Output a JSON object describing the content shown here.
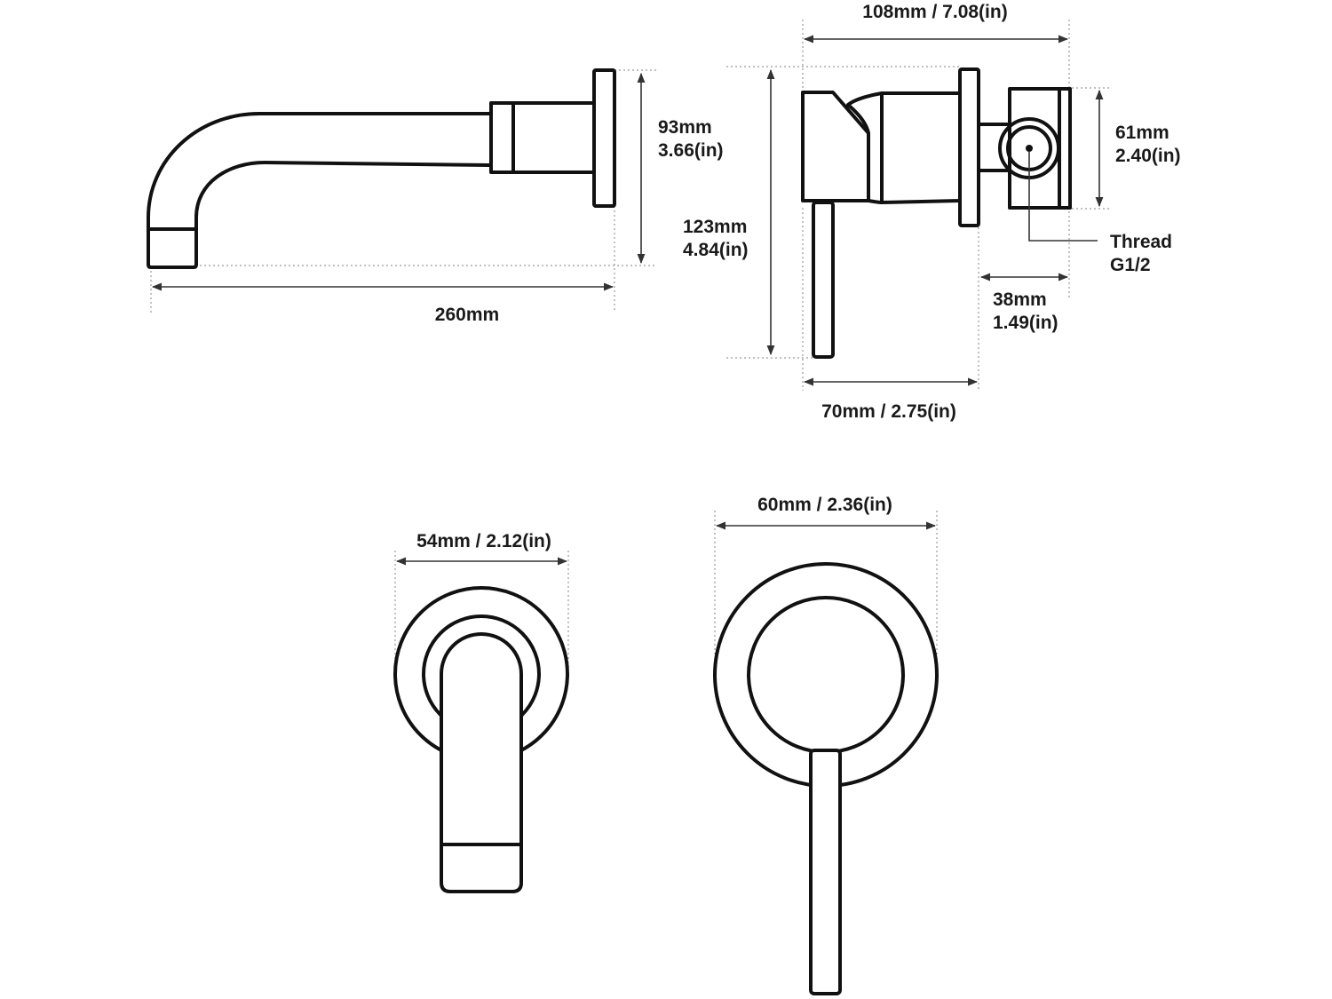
{
  "spout_side": {
    "height_mm": "93mm",
    "height_in": "3.66(in)",
    "length_mm": "260mm"
  },
  "valve_side": {
    "total_width": "108mm / 7.08(in)",
    "body_width": "70mm / 2.75(in)",
    "handle_height_mm": "123mm",
    "handle_height_in": "4.84(in)",
    "box_height_mm": "61mm",
    "box_height_in": "2.40(in)",
    "box_depth_mm": "38mm",
    "box_depth_in": "1.49(in)",
    "thread_label": "Thread",
    "thread_size": "G1/2"
  },
  "spout_front": {
    "diameter": "54mm / 2.12(in)"
  },
  "valve_front": {
    "diameter": "60mm / 2.36(in)"
  }
}
